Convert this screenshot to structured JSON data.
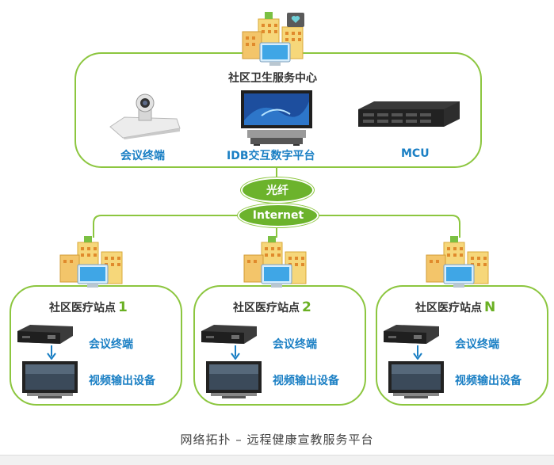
{
  "center": {
    "title": "社区卫生服务中心",
    "devices": [
      {
        "label": "会议终端",
        "icon": "conference-camera-icon"
      },
      {
        "label": "IDB交互数字平台",
        "icon": "interactive-display-icon"
      },
      {
        "label": "MCU",
        "icon": "mcu-rack-icon"
      }
    ]
  },
  "links": {
    "fiber": "光纤",
    "internet": "Internet"
  },
  "sites": [
    {
      "title": "社区医疗站点",
      "num": "1",
      "terminal": "会议终端",
      "output": "视频输出设备"
    },
    {
      "title": "社区医疗站点",
      "num": "2",
      "terminal": "会议终端",
      "output": "视频输出设备"
    },
    {
      "title": "社区医疗站点",
      "num": "N",
      "terminal": "会议终端",
      "output": "视频输出设备"
    }
  ],
  "caption": "网络拓扑 – 远程健康宣教服务平台",
  "colors": {
    "accent_green": "#8cc63f",
    "link_green": "#6cb32c",
    "label_blue": "#1a7fc4"
  }
}
